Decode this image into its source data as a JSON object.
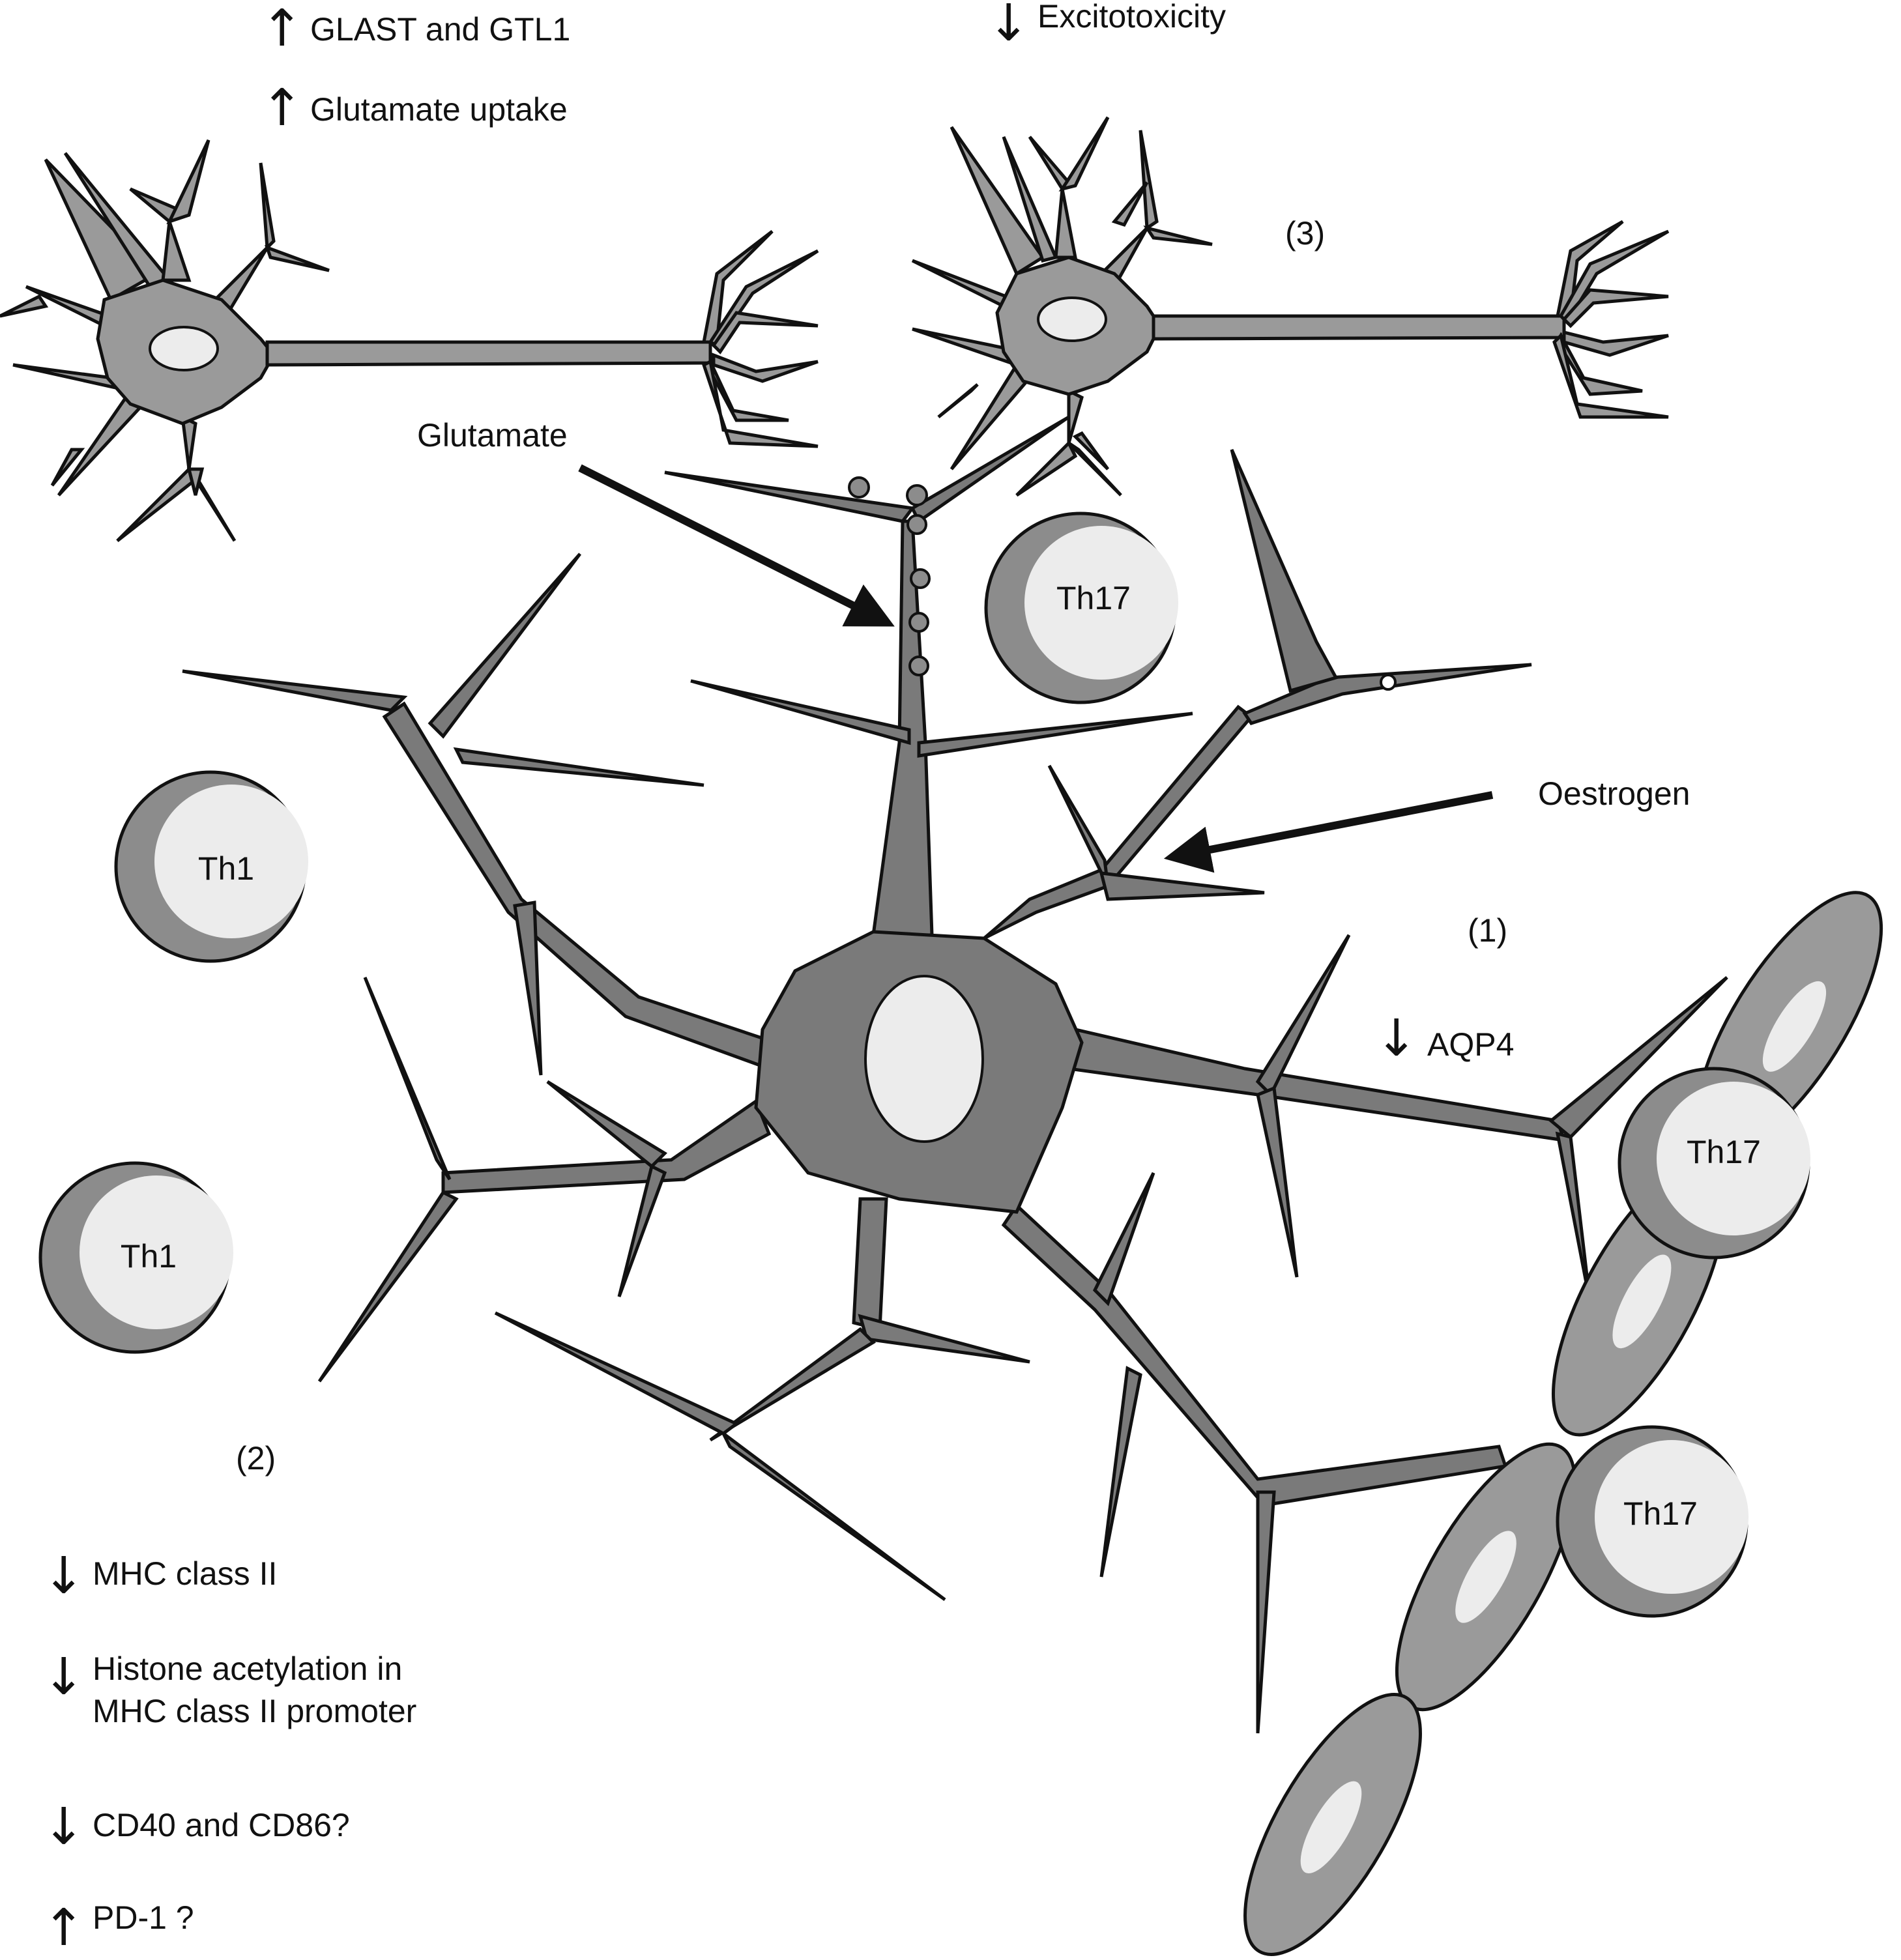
{
  "colors": {
    "astrocyte": "#7a7a7a",
    "neuron": "#9a9a9a",
    "cell_ring": "#8c8c8c",
    "cell_core": "#ececec",
    "outline": "#111111",
    "nucleus": "#ececec"
  },
  "top": {
    "glast": {
      "arrow": "↑",
      "text": "GLAST and GTL1"
    },
    "uptake": {
      "arrow": "↑",
      "text": "Glutamate uptake"
    },
    "excito": {
      "arrow": "↓",
      "text": "Excitotoxicity"
    },
    "three": "(3)"
  },
  "glutamate": "Glutamate",
  "oestrogen": "Oestrogen",
  "one": "(1)",
  "aqp4": {
    "arrow": "↓",
    "text": "AQP4"
  },
  "two": "(2)",
  "cells": {
    "th17_top": "Th17",
    "th1_upper": "Th1",
    "th1_lower": "Th1",
    "th17_right_upper": "Th17",
    "th17_right_lower": "Th17"
  },
  "bottom": {
    "mhc": {
      "arrow": "↓",
      "text": "MHC class II"
    },
    "histone": {
      "arrow": "↓",
      "line1": "Histone acetylation in",
      "line2": "MHC class II promoter"
    },
    "cd40": {
      "arrow": "↓",
      "text": "CD40 and CD86?"
    },
    "pd1": {
      "arrow": "↑",
      "text": "PD-1 ?"
    }
  }
}
